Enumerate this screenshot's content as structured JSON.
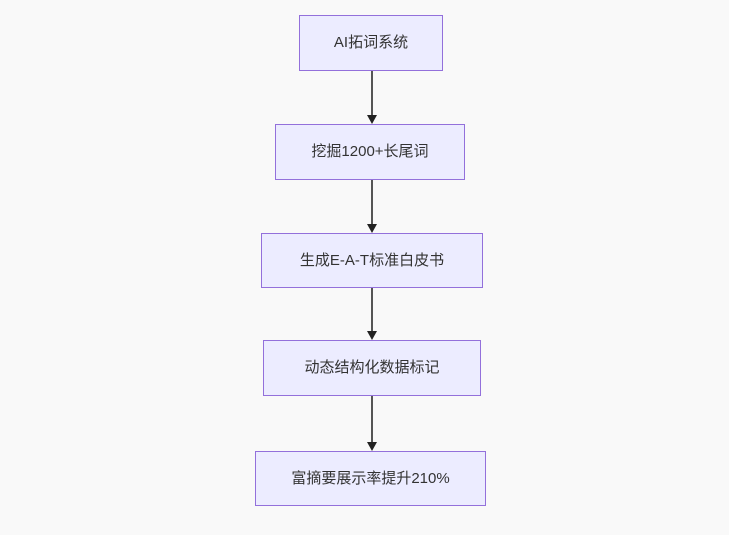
{
  "diagram": {
    "type": "flowchart",
    "direction": "top-down",
    "nodes": [
      {
        "id": "node-1",
        "label": "AI拓词系统"
      },
      {
        "id": "node-2",
        "label": "挖掘1200+长尾词"
      },
      {
        "id": "node-3",
        "label": "生成E-A-T标准白皮书"
      },
      {
        "id": "node-4",
        "label": "动态结构化数据标记"
      },
      {
        "id": "node-5",
        "label": "富摘要展示率提升210%"
      }
    ],
    "edges": [
      {
        "from": "node-1",
        "to": "node-2",
        "arrow": "down"
      },
      {
        "from": "node-2",
        "to": "node-3",
        "arrow": "down"
      },
      {
        "from": "node-3",
        "to": "node-4",
        "arrow": "down"
      },
      {
        "from": "node-4",
        "to": "node-5",
        "arrow": "down"
      }
    ],
    "colors": {
      "background": "#F9F9F9",
      "node_fill": "#ECECFF",
      "node_border": "#9370DB",
      "node_text": "#333333",
      "edge_line": "#555555",
      "arrowhead": "#222222"
    }
  }
}
